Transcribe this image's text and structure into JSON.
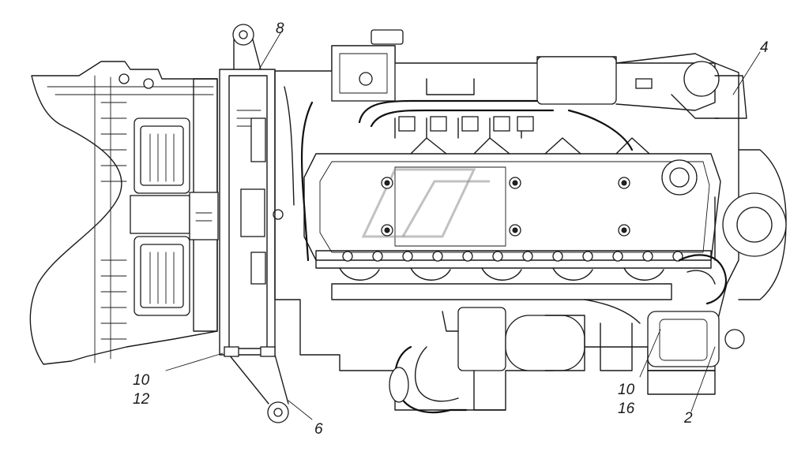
{
  "diagram": {
    "callouts": [
      {
        "id": "c8",
        "label": "8"
      },
      {
        "id": "c4",
        "label": "4"
      },
      {
        "id": "c10a",
        "label": "10"
      },
      {
        "id": "c12",
        "label": "12"
      },
      {
        "id": "c6",
        "label": "6"
      },
      {
        "id": "c10b",
        "label": "10"
      },
      {
        "id": "c16",
        "label": "16"
      },
      {
        "id": "c2",
        "label": "2"
      }
    ]
  }
}
